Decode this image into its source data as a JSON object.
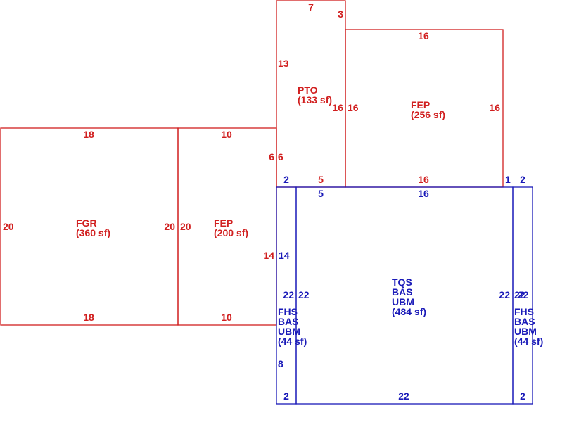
{
  "colors": {
    "red": "#d11f1f",
    "blue": "#1a1ab8"
  },
  "areas": {
    "fgr": {
      "lines": [
        "FGR",
        "(360 sf)"
      ],
      "dims": {
        "top": "18",
        "bottom": "18",
        "left": "20",
        "right": "20"
      }
    },
    "fep_left": {
      "lines": [
        "FEP",
        "(200 sf)"
      ],
      "dims": {
        "top": "10",
        "bottom": "10",
        "left": "20",
        "right_a": "6",
        "right_b": "14"
      }
    },
    "pto": {
      "lines": [
        "PTO",
        "(133 sf)"
      ],
      "dims": {
        "top": "7",
        "top_right": "3",
        "left": "13",
        "left_low": "6",
        "right": "16",
        "bottom": "5"
      }
    },
    "fep_top": {
      "lines": [
        "FEP",
        "(256 sf)"
      ],
      "dims": {
        "top": "16",
        "left": "16",
        "right": "16",
        "bottom": "16",
        "bottom_right": "1"
      }
    },
    "tqs": {
      "lines": [
        "TQS",
        "BAS",
        "UBM",
        "(484 sf)"
      ],
      "dims": {
        "top": "16",
        "top_left": "5",
        "left": "22",
        "right": "22",
        "bottom": "22"
      }
    },
    "fhs_left": {
      "lines": [
        "FHS",
        "BAS",
        "UBM",
        "(44 sf)"
      ],
      "dims": {
        "top": "2",
        "left_a": "14",
        "left_b": "22",
        "left_c": "8",
        "bottom": "2"
      }
    },
    "fhs_right": {
      "lines": [
        "FHS",
        "BAS",
        "UBM",
        "(44 sf)"
      ],
      "dims": {
        "top": "2",
        "left": "22",
        "right": "22",
        "bottom": "2"
      }
    }
  }
}
